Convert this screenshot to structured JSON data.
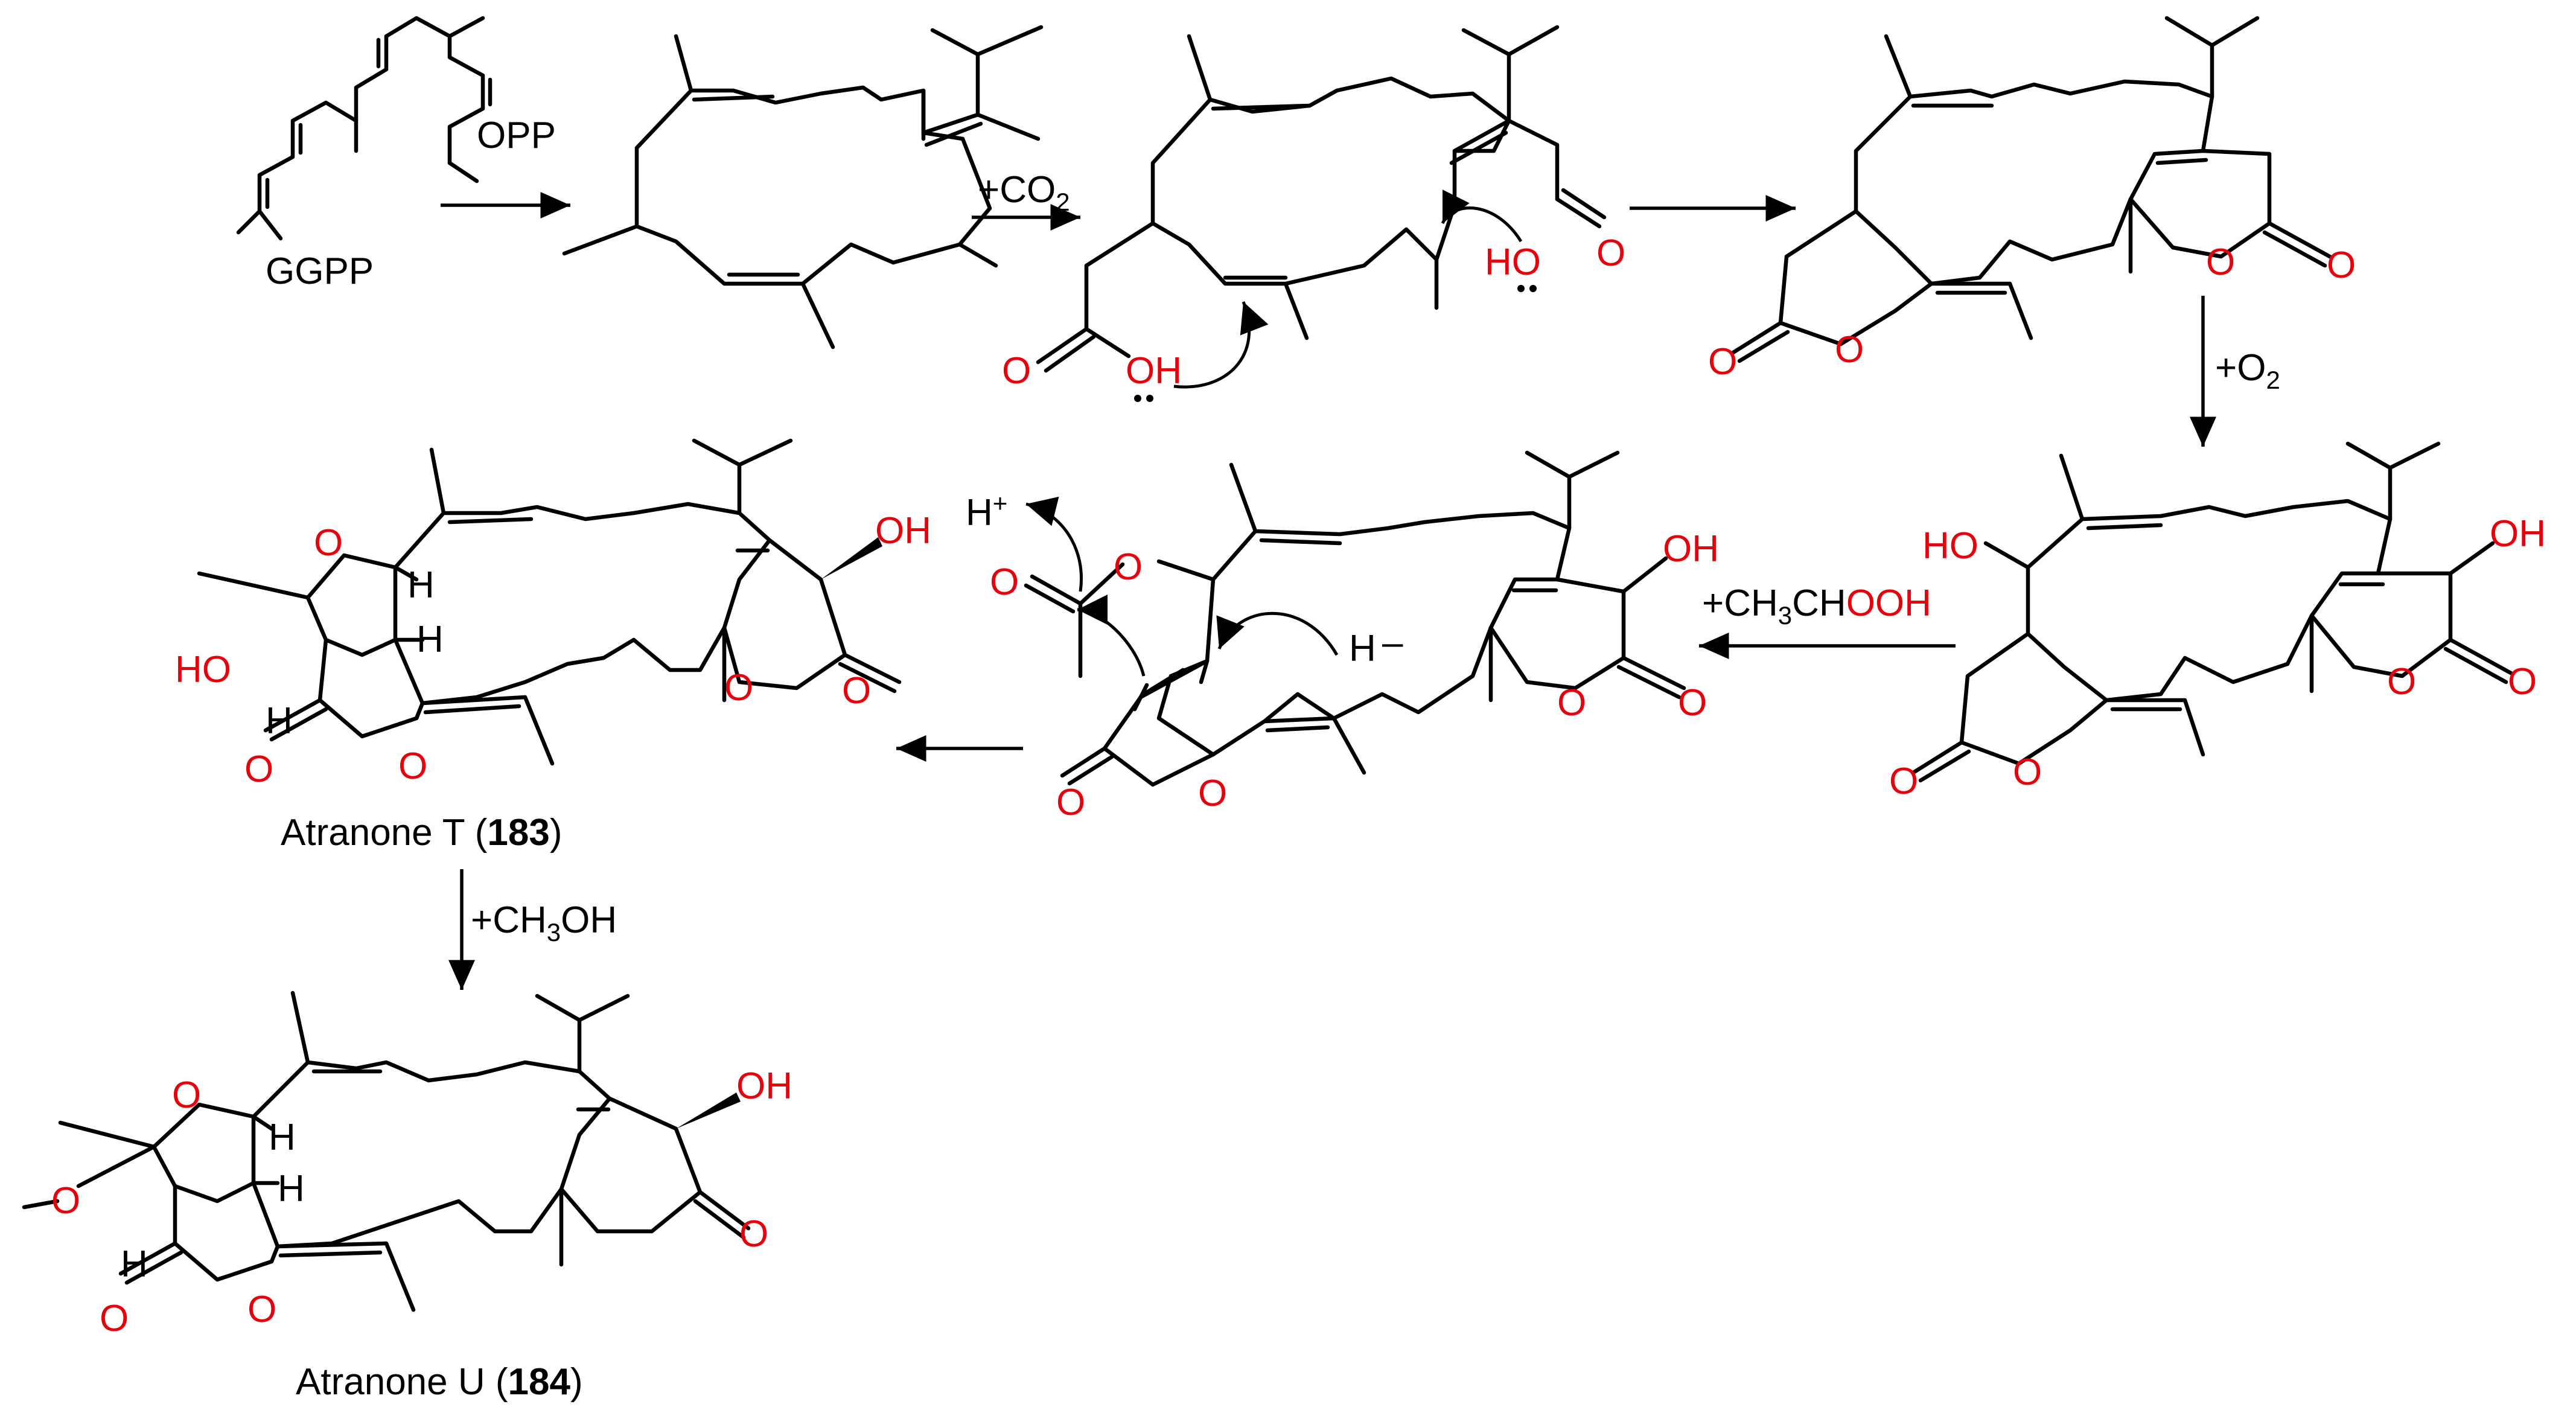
{
  "labels": {
    "ggpp_top": "OPP",
    "ggpp_bottom": "GGPP",
    "product_183_name": "Atranone T (",
    "product_183_num": "183",
    "product_183_close": ")",
    "product_184_name": "Atranone U (",
    "product_184_num": "184",
    "product_184_close": ")"
  },
  "reagents": {
    "co2": {
      "prefix": "+CO",
      "sub": "2"
    },
    "o2": {
      "prefix": "+O",
      "sub": "2"
    },
    "ch3chooh": {
      "black1": "+CH",
      "sub": "3",
      "black2": "CH",
      "red": "OOH"
    },
    "ch3oh": {
      "prefix": "+CH",
      "sub": "3",
      "suffix": "OH"
    }
  },
  "atoms": {
    "O": "O",
    "OH": "OH",
    "HO": "HO",
    "H": "H",
    "H_plus": "H",
    "plus": "+",
    "minus": "–"
  },
  "colors": {
    "heteroatom": "#e8000b",
    "bond": "#000000"
  }
}
